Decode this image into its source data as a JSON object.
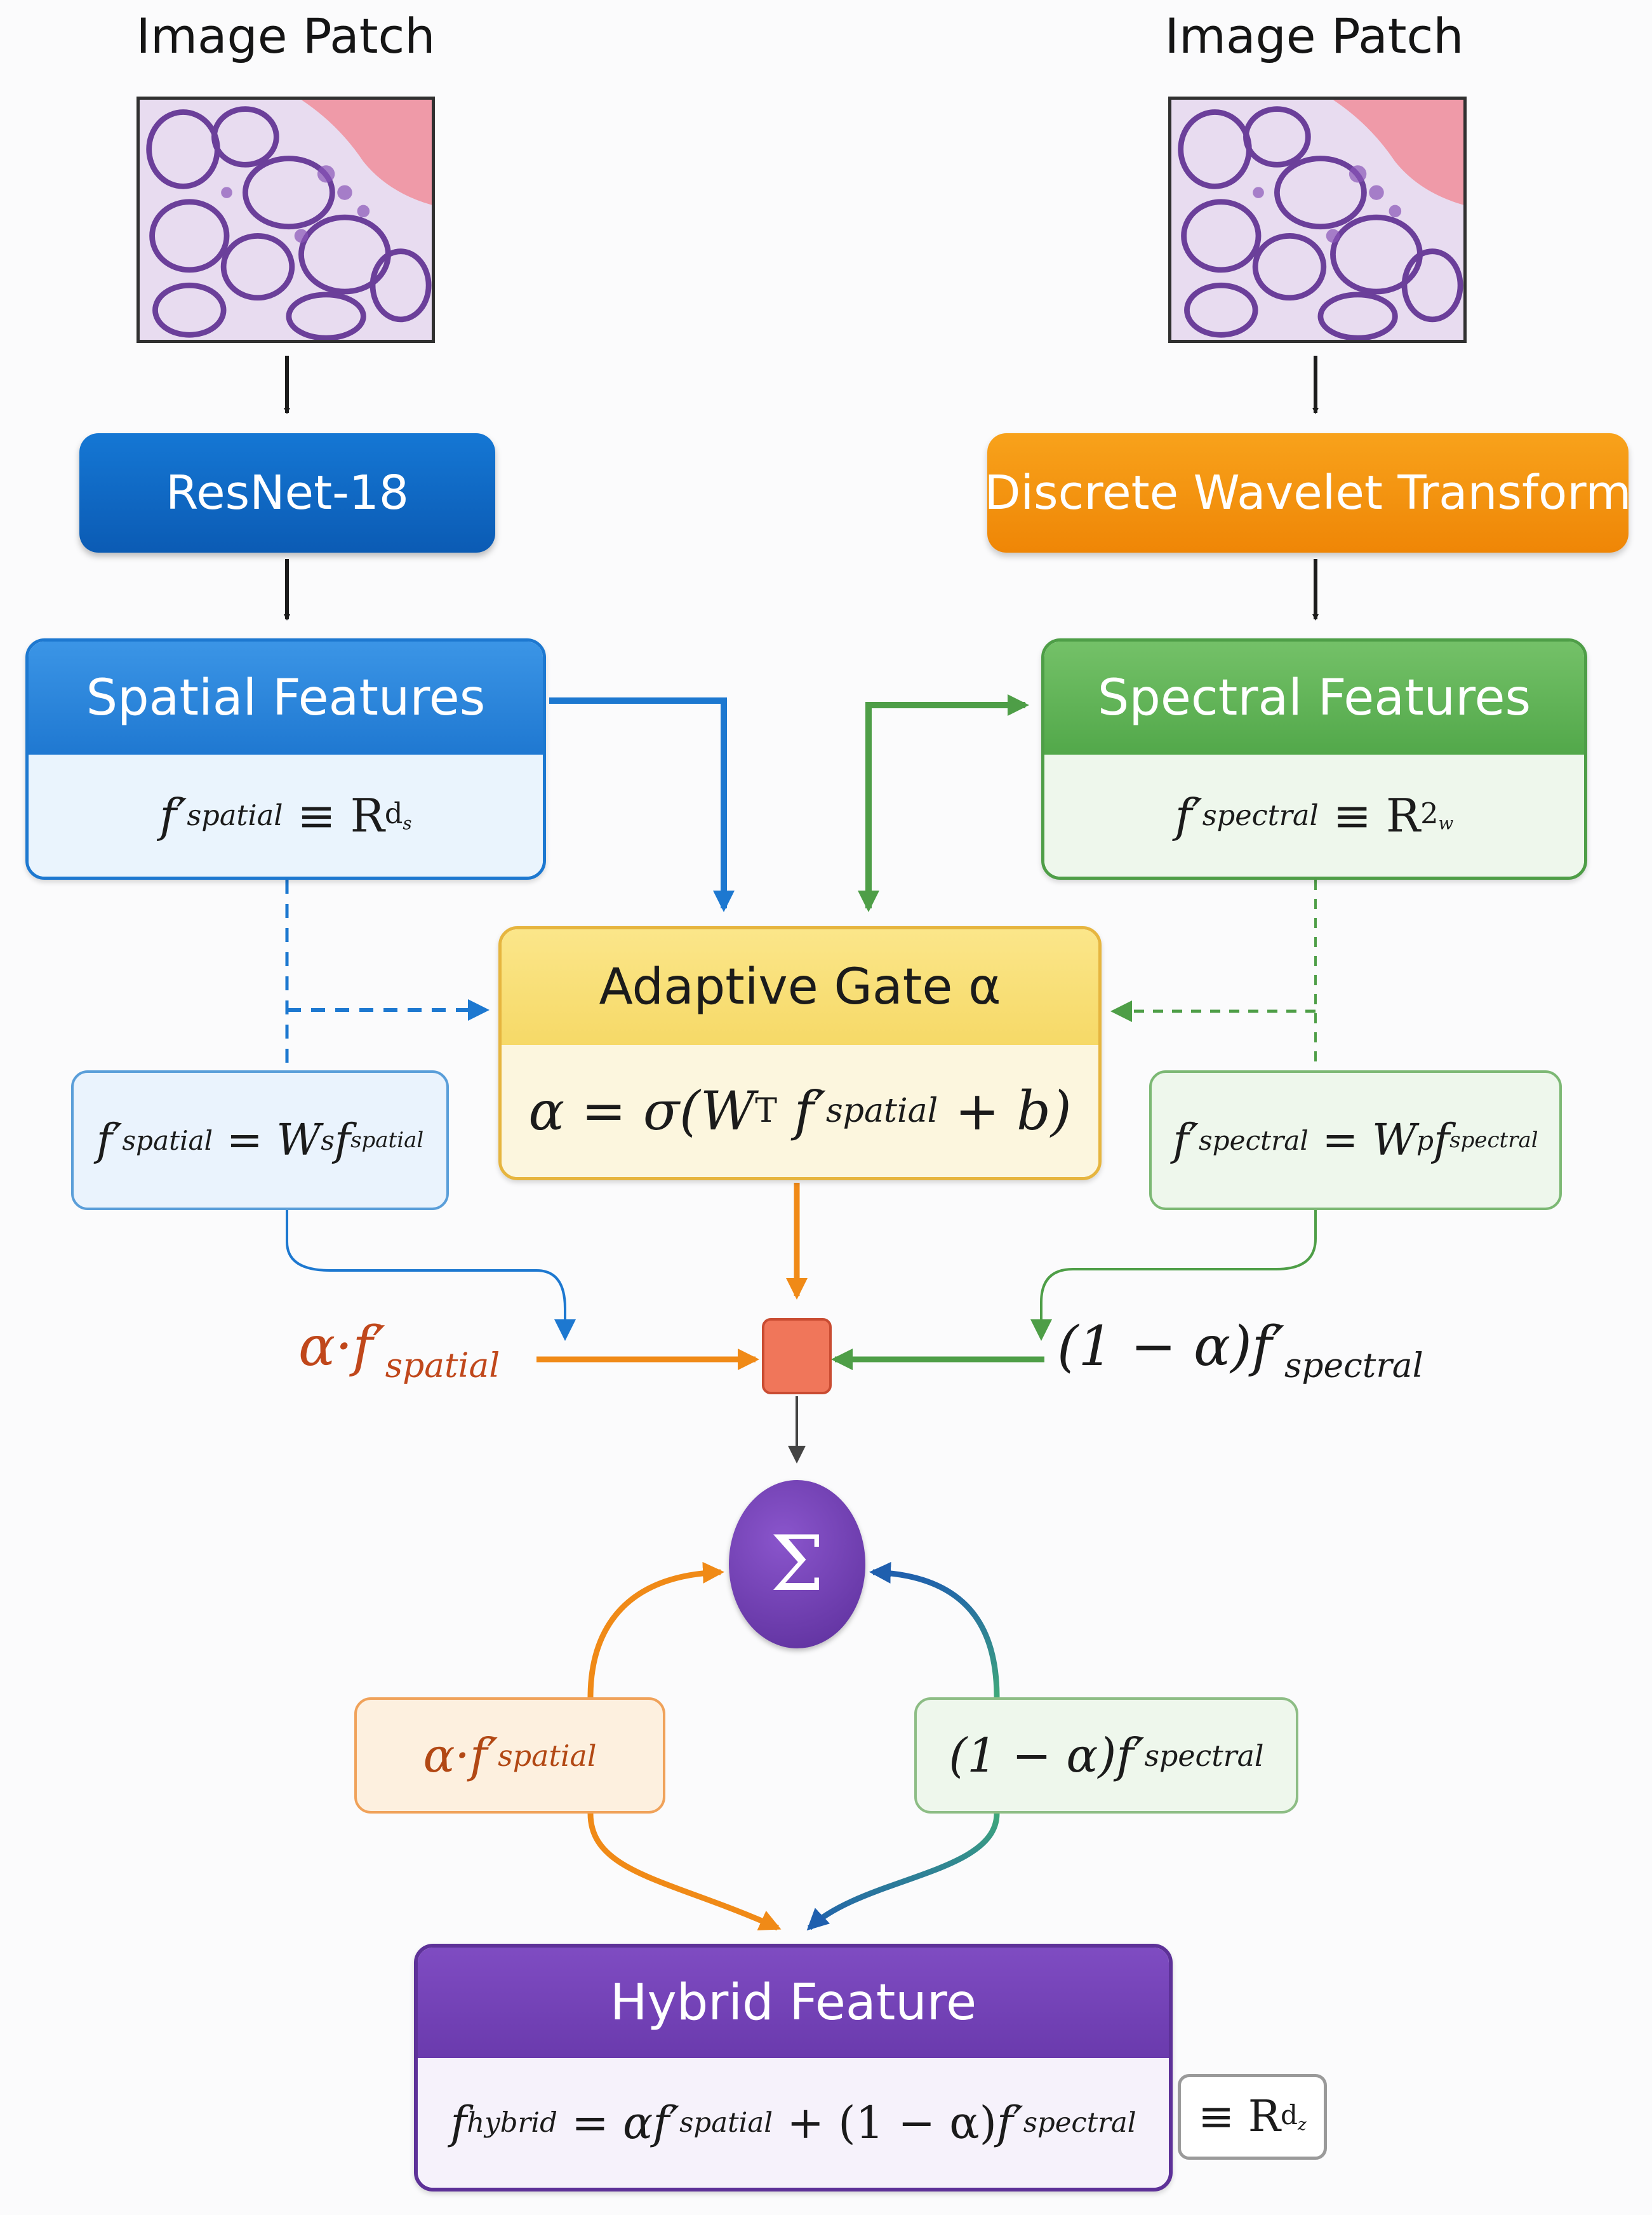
{
  "inputs": {
    "left_title": "Image Patch",
    "right_title": "Image Patch"
  },
  "nodes": {
    "resnet": "ResNet-18",
    "dwt": "Discrete Wavelet Transform",
    "spatial_title": "Spatial Features",
    "spectral_title": "Spectral Features",
    "gate_title": "Adaptive Gate α",
    "hybrid_title": "Hybrid Feature"
  },
  "formulas": {
    "spatial_space_lhs": "f′",
    "spatial_space_sub": "spatial",
    "spatial_space_rhs": "≡ R",
    "spatial_space_sup": "d",
    "spatial_space_sup_sub": "s",
    "spectral_space_lhs": "f′",
    "spectral_space_sub": "spectral",
    "spectral_space_rhs": "≡ R",
    "spectral_space_sup": "2",
    "spectral_space_sup_sub": "w",
    "gate_eq_lhs": "α = σ(W",
    "gate_eq_sup": "T",
    "gate_eq_f": "f′",
    "gate_eq_sub": "spatial",
    "gate_eq_tail": "+ b)",
    "proj_spatial_lhs": "f′",
    "proj_spatial_sub": "spatial",
    "proj_spatial_eq": "= W",
    "proj_spatial_w_sub": "s",
    "proj_spatial_f": "f",
    "proj_spatial_f_sub": "spatial",
    "proj_spectral_lhs": "f′",
    "proj_spectral_sub": "spectral",
    "proj_spectral_eq": "= W",
    "proj_spectral_w_sub": "p",
    "proj_spectral_f": "f",
    "proj_spectral_f_sub": "spectral",
    "weighted_spatial_pre": "α·",
    "weighted_spatial_f": "f′",
    "weighted_spatial_sub": "spatial",
    "weighted_spectral_pre": "(1 − α)",
    "weighted_spectral_f": "f′",
    "weighted_spectral_sub": "spectral",
    "hybrid_f": "f",
    "hybrid_sub": "hybrid",
    "hybrid_mid": "= α",
    "hybrid_f1": "f′",
    "hybrid_sub1": "spatial",
    "hybrid_mid2": "+ (1 − α)",
    "hybrid_f2": "f′",
    "hybrid_sub2": "spectral",
    "membership": "≡ R",
    "membership_sup": "d",
    "membership_sup_sub": "z",
    "sigma": "Σ"
  },
  "colors": {
    "blue": "#1d78d0",
    "orange": "#f08a17",
    "green": "#4e9e47",
    "yellow": "#f6d967",
    "purple": "#6a3aad",
    "teal": "#2a8fb5"
  }
}
